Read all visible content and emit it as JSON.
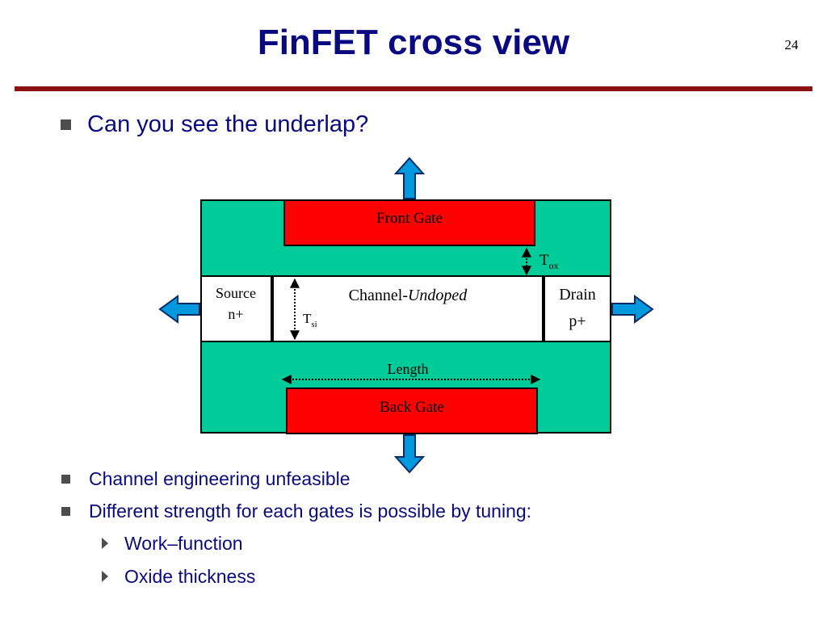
{
  "slide": {
    "title": "FinFET cross view",
    "number": "24"
  },
  "bullets": {
    "top": "Can you see the underlap?",
    "item1": "Channel engineering unfeasible",
    "item2": "Different strength for each gates is possible by tuning:",
    "sub1": "Work–function",
    "sub2": "Oxide thickness"
  },
  "diagram": {
    "front_gate": "Front Gate",
    "back_gate": "Back Gate",
    "tox_main": "T",
    "tox_sub": "ox",
    "tsi_main": "T",
    "tsi_sub": "si",
    "source_line1": "Source",
    "source_line2": "n+",
    "drain_line1": "Drain",
    "drain_line2": "p+",
    "channel_prefix": "Channel-",
    "channel_italic": "Undoped",
    "length": "Length"
  },
  "colors": {
    "title": "#0a0a80",
    "rule": "#8c1010",
    "oxide": "#00cc99",
    "gate": "#ff0000",
    "arrow": "#0099dd"
  }
}
